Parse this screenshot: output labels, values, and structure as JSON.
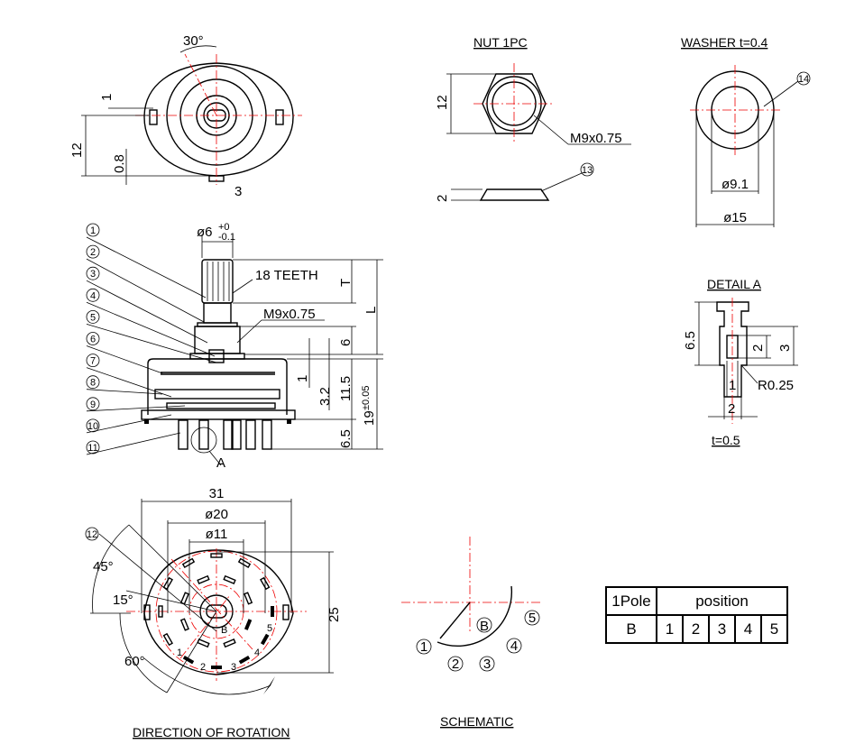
{
  "top_view": {
    "angle": "30°",
    "dim_1": "1",
    "dim_12": "12",
    "dim_08": "0.8",
    "dim_3": "3"
  },
  "nut": {
    "title": "NUT 1PC",
    "dim_12": "12",
    "thread": "M9x0.75",
    "dim_2": "2",
    "part_no": "13"
  },
  "washer": {
    "title": "WASHER t=0.4",
    "part_no": "14",
    "inner_dia": "ø9.1",
    "outer_dia": "ø15"
  },
  "detail_a": {
    "title": "DETAIL A",
    "dim_65": "6.5",
    "dim_2a": "2",
    "dim_3": "3",
    "radius": "R0.25",
    "dim_1": "1",
    "dim_2b": "2",
    "thickness": "t=0.5"
  },
  "side_view": {
    "part_numbers": [
      "1",
      "2",
      "3",
      "4",
      "5",
      "6",
      "7",
      "8",
      "9",
      "10",
      "11"
    ],
    "shaft_dia": "ø6",
    "shaft_tol_upper": "+0",
    "shaft_tol_lower": "-0.1",
    "teeth": "18  TEETH",
    "dim_T": "T",
    "dim_L": "L",
    "thread": "M9x0.75",
    "dim_6": "6",
    "dim_1": "1",
    "dim_32": "3.2",
    "dim_115": "11.5",
    "dim_19": "19",
    "dim_19_tol": "±0.05",
    "dim_65": "6.5",
    "detail_ref": "A"
  },
  "bottom_view": {
    "dim_31": "31",
    "dim_20": "ø20",
    "dim_11": "ø11",
    "dim_25": "25",
    "angle_45": "45°",
    "angle_15": "15°",
    "angle_60": "60°",
    "part_no": "12",
    "terminal_labels": [
      "1",
      "2",
      "3",
      "4",
      "5"
    ],
    "common": "B",
    "title": "DIRECTION  OF  ROTATION"
  },
  "schematic": {
    "common": "B",
    "positions": [
      "1",
      "2",
      "3",
      "4",
      "5"
    ],
    "title": "SCHEMATIC"
  },
  "table": {
    "header_pole": "1Pole",
    "header_position": "position",
    "row_label": "B",
    "positions": [
      "1",
      "2",
      "3",
      "4",
      "5"
    ]
  }
}
